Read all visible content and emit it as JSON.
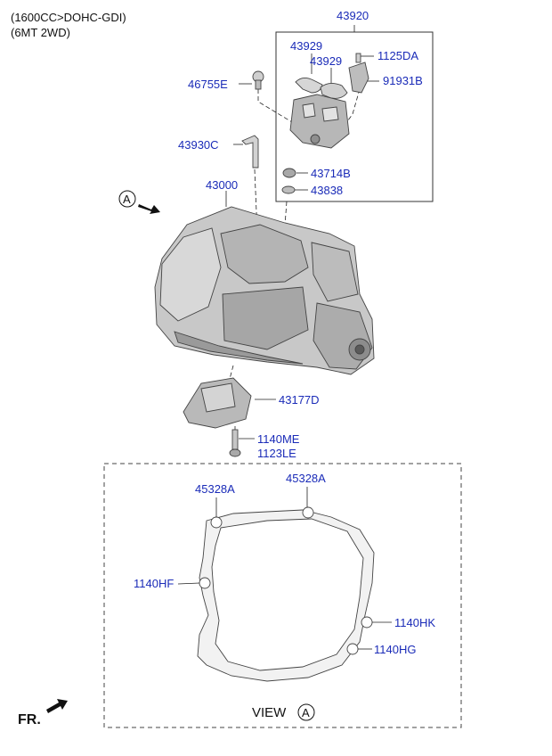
{
  "header": {
    "line1": "(1600CC>DOHC-GDI)",
    "line2": "(6MT 2WD)"
  },
  "view_marker": {
    "letter": "A",
    "caption": "VIEW"
  },
  "direction": {
    "label": "FR."
  },
  "colors": {
    "part_number": "#1a2bb8",
    "part_fill": "#c8c8c8",
    "part_shade": "#9a9a9a",
    "line": "#222222"
  },
  "callouts": [
    {
      "id": "c-43920",
      "label": "43920"
    },
    {
      "id": "c-43929-a",
      "label": "43929"
    },
    {
      "id": "c-43929-b",
      "label": "43929"
    },
    {
      "id": "c-1125da",
      "label": "1125DA"
    },
    {
      "id": "c-91931b",
      "label": "91931B"
    },
    {
      "id": "c-46755e",
      "label": "46755E"
    },
    {
      "id": "c-43930c",
      "label": "43930C"
    },
    {
      "id": "c-43714b",
      "label": "43714B"
    },
    {
      "id": "c-43838",
      "label": "43838"
    },
    {
      "id": "c-43000",
      "label": "43000"
    },
    {
      "id": "c-43177d",
      "label": "43177D"
    },
    {
      "id": "c-1140me",
      "label": "1140ME"
    },
    {
      "id": "c-1123le",
      "label": "1123LE"
    },
    {
      "id": "c-45328a-a",
      "label": "45328A"
    },
    {
      "id": "c-45328a-b",
      "label": "45328A"
    },
    {
      "id": "c-1140hf",
      "label": "1140HF"
    },
    {
      "id": "c-1140hk",
      "label": "1140HK"
    },
    {
      "id": "c-1140hg",
      "label": "1140HG"
    }
  ]
}
